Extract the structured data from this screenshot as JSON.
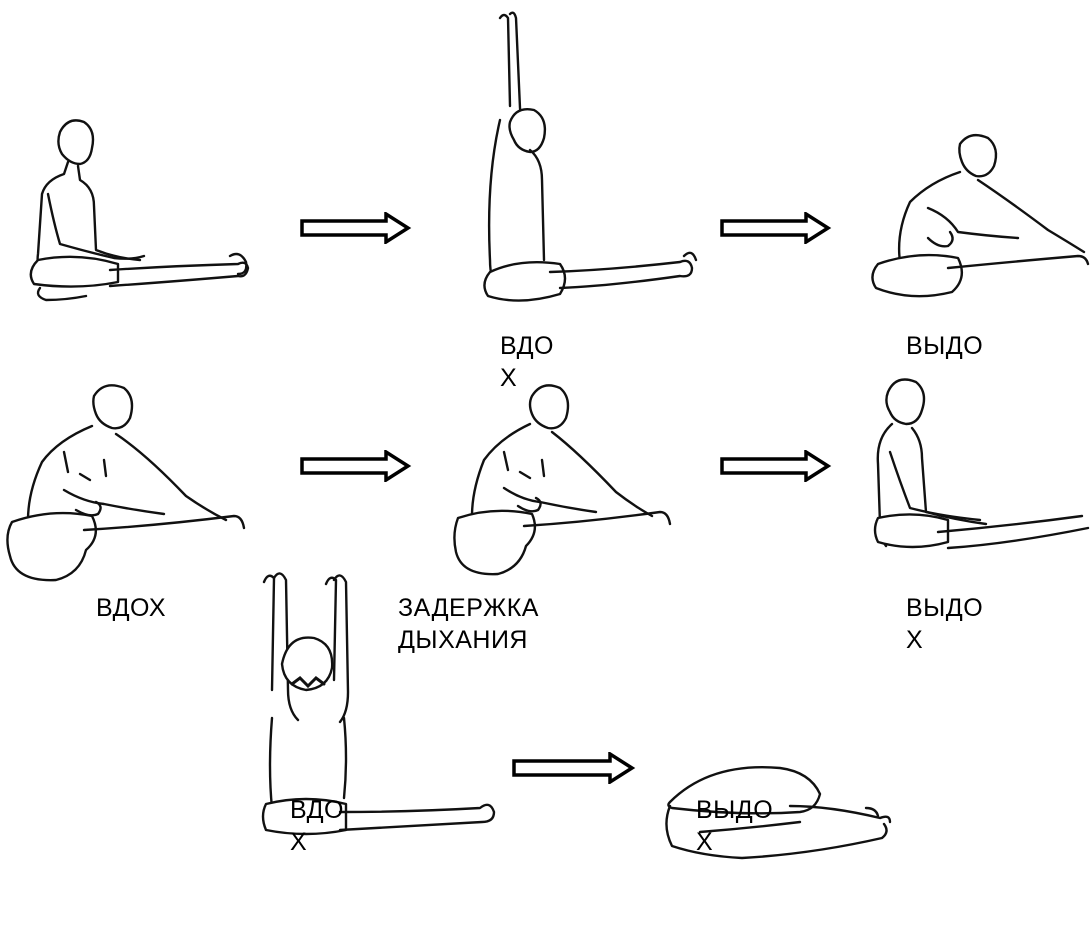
{
  "captions": {
    "row1_fig2": "ВДО\nХ",
    "row1_fig3": "ВЫДО",
    "row2_fig1": "ВДОХ",
    "row2_fig2": "ЗАДЕРЖКА\nДЫХАНИЯ",
    "row2_fig3": "ВЫДО\nХ",
    "row3_fig1": "ВДО\nХ",
    "row3_fig2": "ВЫДО\nХ"
  },
  "figures": [
    {
      "id": "row1-fig1",
      "pose": "seated-hands-on-thighs"
    },
    {
      "id": "row1-fig2",
      "pose": "seated-arm-raised"
    },
    {
      "id": "row1-fig3",
      "pose": "seated-twist-reach"
    },
    {
      "id": "row2-fig1",
      "pose": "seated-twist-reach"
    },
    {
      "id": "row2-fig2",
      "pose": "seated-twist-reach"
    },
    {
      "id": "row2-fig3",
      "pose": "seated-hands-on-thighs"
    },
    {
      "id": "row3-fig1",
      "pose": "seated-both-arms-raised-back"
    },
    {
      "id": "row3-fig2",
      "pose": "forward-fold"
    }
  ],
  "arrow_icon": "right-arrow-outline"
}
